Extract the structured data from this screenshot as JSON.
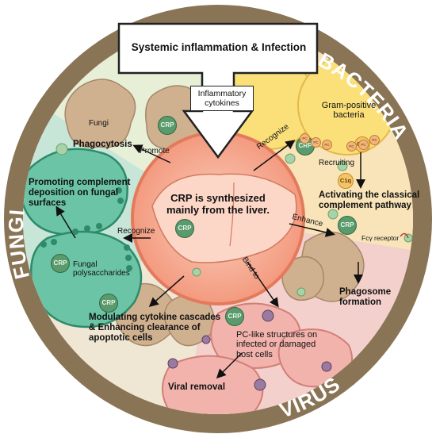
{
  "banner": "Systemic inflammation & Infection",
  "cytokines_box": "Inflammatory cytokines",
  "center": "CRP is synthesized mainly from the liver.",
  "ring": {
    "bacteria": "BACTERIA",
    "fungi": "FUNGI",
    "virus": "VIRUS"
  },
  "crp_label": "CRP",
  "c1q_label": "C1q",
  "pc_label": "PC",
  "labels": {
    "fungi": "Fungi",
    "phagocytosis": "Phagocytosis",
    "promote": "Promote",
    "promoting": "Promoting complement deposition on fungal surfaces",
    "recognize_left": "Recognize",
    "fungal_poly": "Fungal polysaccharides",
    "recognize_top": "Recognize",
    "gram_pos": "Gram-positive bacteria",
    "recruiting": "Recruiting",
    "activating": "Activating the classical complement pathway",
    "enhance": "Enhance",
    "fcy": "Fcγ receptor",
    "phagosome": "Phagosome formation",
    "bind_to": "Bind to",
    "pc_like": "PC-like structures on infected or damaged host cells",
    "modulating": "Modulating cytokine cascades & Enhancing clearance of apoptotic cells",
    "viral_removal": "Viral removal"
  },
  "colors": {
    "ring": "#8a7456",
    "bacteria_bg": "#f6dca8",
    "fungi_bg": "#bfe3d6",
    "virus_bg": "#f3c6c6",
    "liver": "#f6a993",
    "crp": "#5a9a6c"
  }
}
